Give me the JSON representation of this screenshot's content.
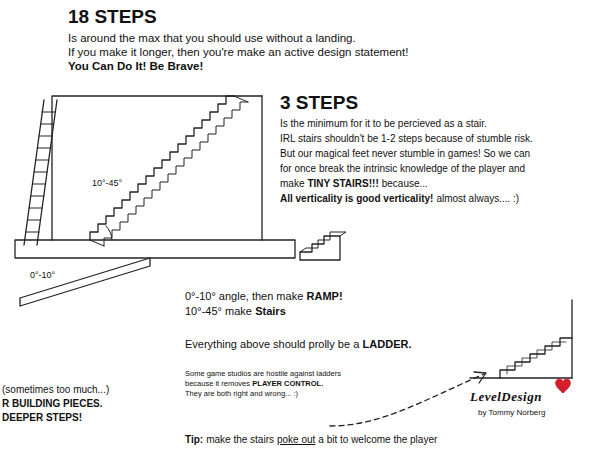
{
  "diagram": {
    "labels": [
      "18 STEPS",
      "Is around the max that you should use without a landing.",
      "If you make it longer, then you're make an active design statement!",
      "You Can Do It! Be Brave!",
      "3 STEPS",
      "Is the minimum for it to be percieved as a stair.",
      "IRL stairs shouldn't be 1-2 steps because of stumble risk.",
      "But our magical feet never stumble in games! So we can",
      "for once break the intrinsic knowledge of the player and",
      "make",
      "TINY STAIRS!!!",
      "because...",
      "All verticality is good verticality!",
      "almost always.... :)",
      "10°-45°",
      "0°-10°",
      "0°-10° angle, then make",
      "RAMP!",
      "10°-45° make",
      "Stairs",
      "Everything above should prolly be a",
      "LADDER.",
      "Some game studios are hostile against ladders",
      "because it removes",
      "PLAYER CONTROL.",
      "They are both right and wrong... :)",
      "(sometimes too much...)",
      "R BUILDING PIECES.",
      "DEEPER STEPS!",
      "Tip:",
      "make the stairs",
      "poke out",
      "a bit to welcome the player",
      "LevelDesign",
      "by Tommy Norberg"
    ]
  }
}
